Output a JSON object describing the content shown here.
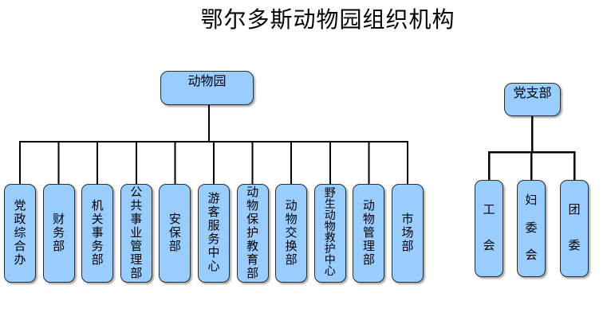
{
  "title": "鄂尔多斯动物园组织机构",
  "colors": {
    "box_fill": "#99ccff",
    "box_border": "#2e2e2e",
    "connector": "#000000",
    "text": "#000000",
    "background": "#ffffff"
  },
  "trees": [
    {
      "id": "zoo",
      "root": "动物园",
      "children": [
        "党政综合办",
        "财务部",
        "机关事务部",
        "公共事业管理部",
        "安保部",
        "游客服务中心",
        "动物保护教育部",
        "动物交换部",
        "野生动物救护中心",
        "动物管理部",
        "市场部"
      ],
      "child_text_layout": "packed"
    },
    {
      "id": "party",
      "root": "党支部",
      "children": [
        "工会",
        "妇委会",
        "团委"
      ],
      "child_text_layout": "distributed"
    }
  ]
}
